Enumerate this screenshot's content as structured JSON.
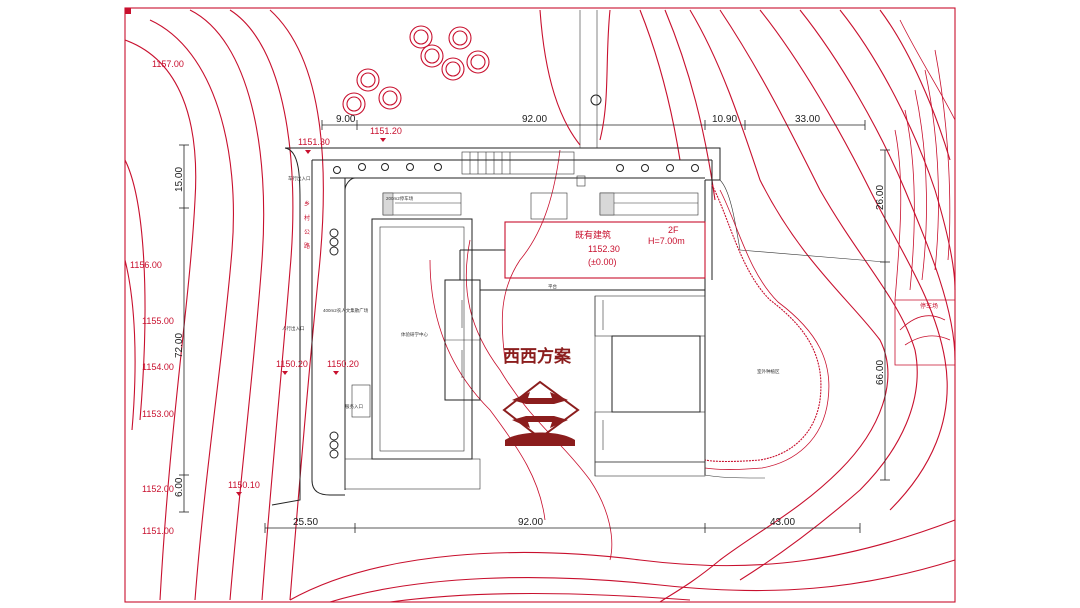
{
  "dimensions": {
    "top": [
      "9.00",
      "92.00",
      "10.90",
      "33.00"
    ],
    "bottom": [
      "25.50",
      "92.00",
      "43.00"
    ],
    "left": [
      "15.00",
      "72.00",
      "6.00"
    ],
    "right": [
      "26.00",
      "66.00"
    ]
  },
  "contour_labels": [
    "1157.00",
    "1156.00",
    "1155.00",
    "1154.00",
    "1153.00",
    "1152.00",
    "1151.00"
  ],
  "elevations": {
    "top_left_1": "1151.30",
    "top_left_2": "1151.20",
    "mid_left_1": "1150.20",
    "mid_left_2": "1150.20",
    "bottom_left": "1150.10"
  },
  "building": {
    "name": "既有建筑",
    "elevation": "1152.30",
    "zero": "(±0.00)",
    "floors": "2F",
    "height": "H=7.00m"
  },
  "watermark": "西西方案",
  "road_text": "乡村公路",
  "right_road": "停车场",
  "small_labels": {
    "hall": "体验研学中心",
    "plaza": "400m2农人文集散广场",
    "entry_people": "人行出入口",
    "entry_car": "车行出入口",
    "parking": "200m2停车场",
    "platform": "平台",
    "view": "室外种植区",
    "service": "服务入口"
  },
  "colors": {
    "contour": "#c8102e",
    "line": "#222222",
    "watermark": "#8b1d1d"
  }
}
